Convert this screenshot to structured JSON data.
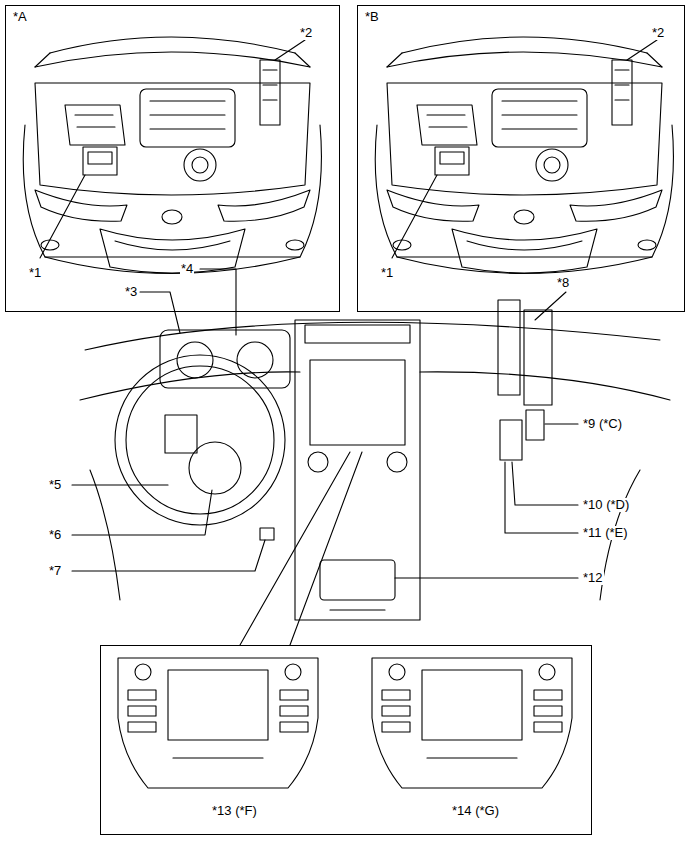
{
  "diagram": {
    "nodes": [
      {
        "text": [
          "*A",
          "*2",
          "*1"
        ]
      },
      {
        "text": [
          "*B",
          "*2",
          "*1"
        ]
      },
      {
        "text": [
          "*13 (*F)",
          "*14 (*G)"
        ]
      }
    ],
    "labels": [
      "*3",
      "*4",
      "*5",
      "*6",
      "*7",
      "*8",
      "*9 (*C)",
      "*10 (*D)",
      "*11 (*E)",
      "*12"
    ]
  }
}
